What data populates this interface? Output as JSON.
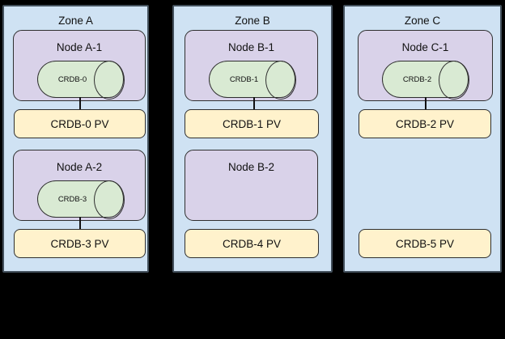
{
  "canvas": {
    "background": "#000000"
  },
  "colors": {
    "zone_fill": "#cfe2f3",
    "node_fill": "#d9d2e9",
    "pod_fill": "#d9ead3",
    "pv_fill": "#fff2cc",
    "outline": "#2f2f2f"
  },
  "zones": [
    {
      "label": "Zone A",
      "rows": [
        {
          "node": {
            "label": "Node A-1",
            "pod": "CRDB-0"
          },
          "pv": "CRDB-0 PV",
          "connected": true
        },
        {
          "node": {
            "label": "Node A-2",
            "pod": "CRDB-3"
          },
          "pv": "CRDB-3 PV",
          "connected": true
        }
      ]
    },
    {
      "label": "Zone B",
      "rows": [
        {
          "node": {
            "label": "Node B-1",
            "pod": "CRDB-1"
          },
          "pv": "CRDB-1 PV",
          "connected": true
        },
        {
          "node": {
            "label": "Node B-2",
            "pod": null
          },
          "pv": "CRDB-4 PV",
          "connected": false
        }
      ]
    },
    {
      "label": "Zone C",
      "rows": [
        {
          "node": {
            "label": "Node C-1",
            "pod": "CRDB-2"
          },
          "pv": "CRDB-2 PV",
          "connected": true
        },
        {
          "node": null,
          "pv": "CRDB-5 PV",
          "connected": false
        }
      ]
    }
  ]
}
